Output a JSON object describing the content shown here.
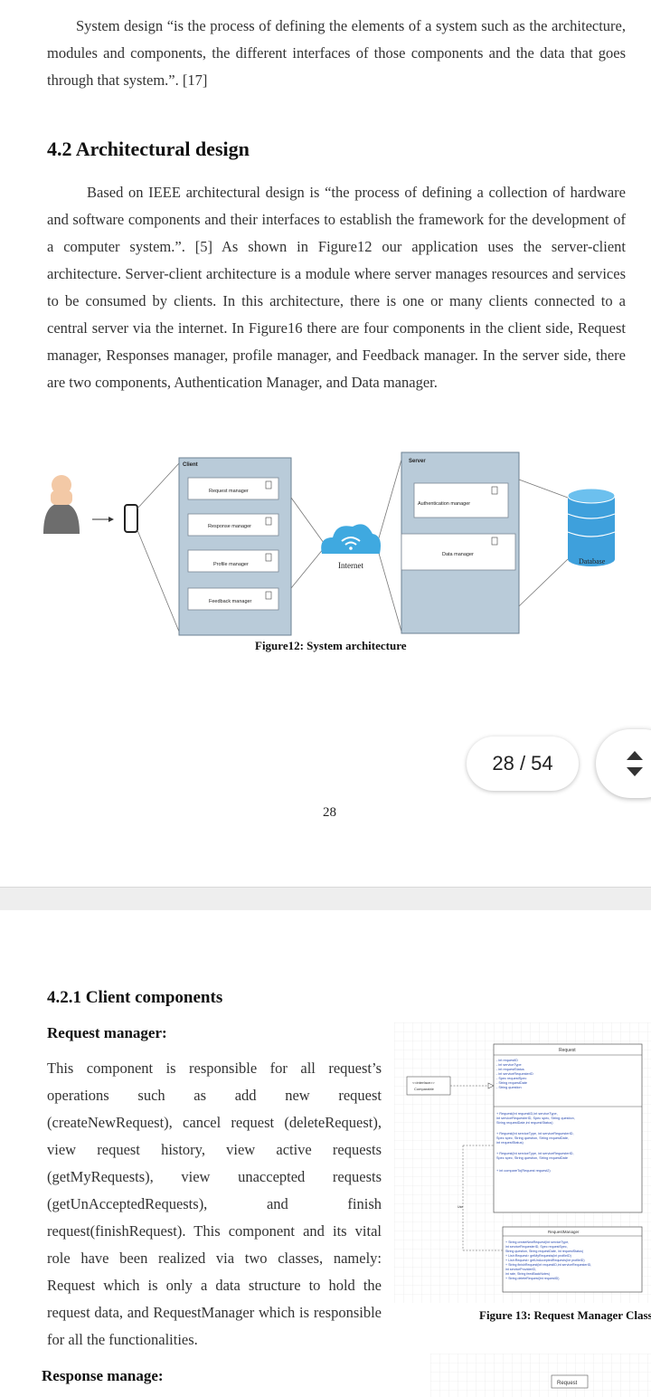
{
  "page1": {
    "intro": "System design “is the process of defining the elements of a system such as the architecture, modules and components, the different interfaces of those components and the data that goes through that system.”. [17]",
    "section_title": "4.2 Architectural design",
    "body": "Based on IEEE architectural design is “the process of defining a collection of hardware and software components and their interfaces to establish the framework for the development of a computer system.”. [5] As shown in Figure12 our application uses the server-client architecture. Server-client architecture is a module where server manages resources and services to be consumed by clients. In this architecture, there is one or many clients connected to a central server via the internet. In Figure16 there are four components in the client side, Request manager, Responses manager, profile manager, and Feedback manager. In the server side, there are two components, Authentication Manager, and Data manager.",
    "figure": {
      "client_label": "Client",
      "server_label": "Server",
      "client_components": [
        "Request manager",
        "Response manager",
        "Profile manager",
        "Feedback manager"
      ],
      "server_components": [
        "Authentication manager",
        "Data manager"
      ],
      "internet_label": "Internet",
      "database_label": "Database",
      "caption": "Figure12: System architecture"
    },
    "page_number": "28"
  },
  "viewer": {
    "page_indicator": "28 / 54"
  },
  "page2": {
    "subsection_title": "4.2.1 Client components",
    "request_heading": "Request manager:",
    "request_body": "This component is responsible for all request’s operations such as add new request (createNewRequest), cancel request (deleteRequest), view request history, view active requests (getMyRequests), view unaccepted requests (getUnAcceptedRequests), and finish request(finishRequest). This component and its vital role have been realized via two classes, namely: Request which is only a data structure to hold the request data, and RequestManager which is responsible for all the functionalities.",
    "class_figure": {
      "interface_label": "<<interface>>",
      "interface_name": "Comparable",
      "request_class": "Request",
      "request_fields": [
        "- int requestID",
        "- int serviceType",
        "- int requestStatus",
        "- int serviceRequesterID",
        "- Spec requestSpec",
        "- String requestDate",
        "- String question"
      ],
      "request_methods": [
        "+ Request(int requestID,int serviceType,",
        "int serviceRequesterID, Spec spec, String question,",
        "String requestDate,int requestStatus)",
        "+ Request(int serviceType, int serviceRequesterID,",
        "Spec spec, String question, String requestDate,",
        "int requestStatus)",
        "+ Request(int serviceType, int serviceRequesterID,",
        "Spec spec, String question, String requestDate",
        "+ int compareTo(Request request2)"
      ],
      "use_label": "Use",
      "manager_class": "RequestManager",
      "manager_methods": [
        "+ String createNewRequest(int serviceType,",
        "int serviceRequesterID, Spec requestSpec,",
        "String question, String requestDate, int requestStatus)",
        "+ List<Request> getMyRequests(int profileID)",
        "+ List<Request> getUnAcceptedRequests(int profileID)",
        "+ String finishRequest(int requestID,int serviceRequesterID,",
        "int serviceProviderID,",
        "int rate, String feedBackNotes)",
        "+ String deleteRequest(int requestID)"
      ],
      "caption": "Figure 13: Request Manager Class"
    },
    "response_heading": "Response manage:",
    "next_figure_label": "Request"
  },
  "colors": {
    "panel_fill": "#b9cbd9",
    "panel_stroke": "#6c8193",
    "cloud": "#3fa9e0",
    "database": "#3ea0dc",
    "person_skin": "#f3c9a6",
    "person_shirt": "#6d6d6d"
  }
}
